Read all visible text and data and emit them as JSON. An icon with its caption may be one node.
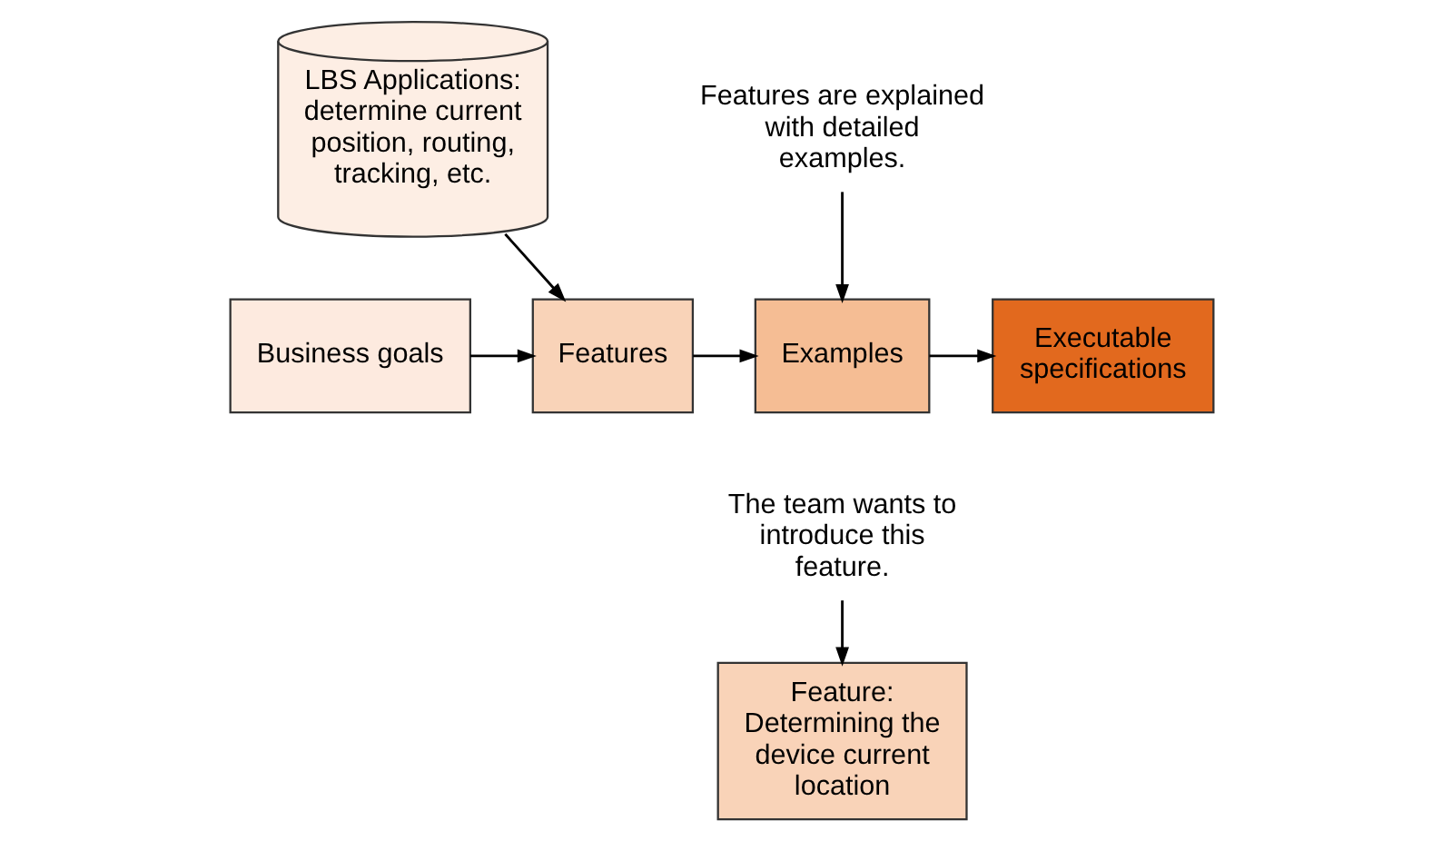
{
  "diagram": {
    "nodes": [
      {
        "text": [
          "LBS Applications: determine current position, routing, tracking, etc."
        ]
      },
      {
        "text": [
          "Business goals"
        ]
      },
      {
        "text": [
          "Features"
        ]
      },
      {
        "text": [
          "Examples"
        ]
      },
      {
        "text": [
          "Executable specifications"
        ]
      },
      {
        "text": [
          "Features are explained with detailed examples."
        ]
      },
      {
        "text": [
          "The team wants to introduce this feature."
        ]
      },
      {
        "text": [
          "Feature: Determining the device current location"
        ]
      }
    ],
    "edges": [
      {
        "from": 0,
        "to": 2,
        "arrow": "to"
      },
      {
        "from": 1,
        "to": 2,
        "arrow": "to"
      },
      {
        "from": 2,
        "to": 3,
        "arrow": "to"
      },
      {
        "from": 5,
        "to": 3,
        "arrow": "to"
      },
      {
        "from": 3,
        "to": 4,
        "arrow": "to"
      },
      {
        "from": 6,
        "to": 7,
        "arrow": "to"
      }
    ]
  }
}
